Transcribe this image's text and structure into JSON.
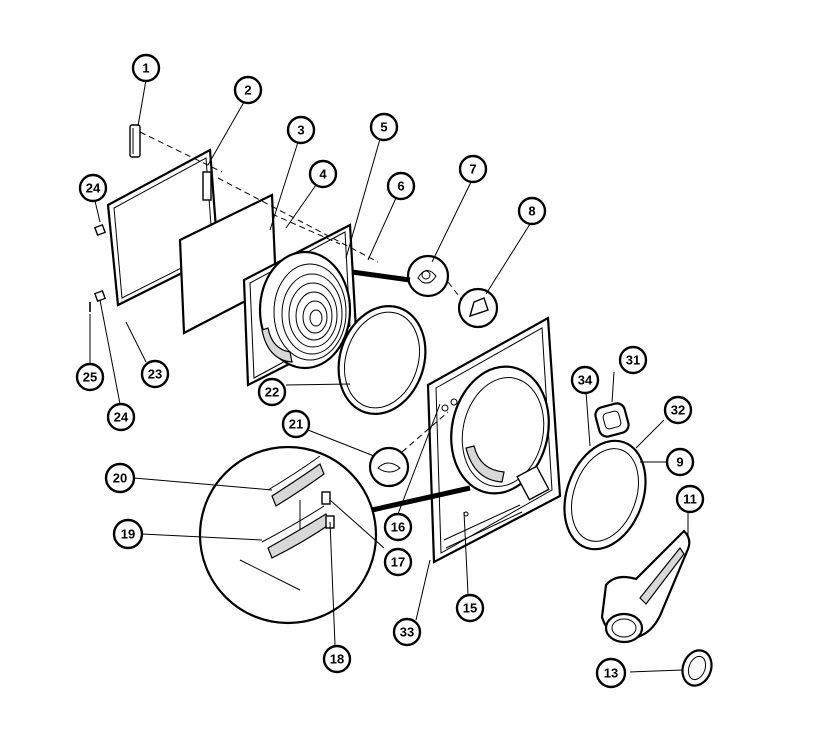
{
  "callouts": [
    {
      "id": "c1",
      "label": "1"
    },
    {
      "id": "c2",
      "label": "2"
    },
    {
      "id": "c3",
      "label": "3"
    },
    {
      "id": "c4",
      "label": "4"
    },
    {
      "id": "c5",
      "label": "5"
    },
    {
      "id": "c6",
      "label": "6"
    },
    {
      "id": "c7",
      "label": "7"
    },
    {
      "id": "c8",
      "label": "8"
    },
    {
      "id": "c9",
      "label": "9"
    },
    {
      "id": "c11",
      "label": "11"
    },
    {
      "id": "c13",
      "label": "13"
    },
    {
      "id": "c15",
      "label": "15"
    },
    {
      "id": "c16",
      "label": "16"
    },
    {
      "id": "c17",
      "label": "17"
    },
    {
      "id": "c18",
      "label": "18"
    },
    {
      "id": "c19",
      "label": "19"
    },
    {
      "id": "c20",
      "label": "20"
    },
    {
      "id": "c21",
      "label": "21"
    },
    {
      "id": "c22",
      "label": "22"
    },
    {
      "id": "c23",
      "label": "23"
    },
    {
      "id": "c24a",
      "label": "24"
    },
    {
      "id": "c24b",
      "label": "24"
    },
    {
      "id": "c25",
      "label": "25"
    },
    {
      "id": "c31",
      "label": "31"
    },
    {
      "id": "c32",
      "label": "32"
    },
    {
      "id": "c33",
      "label": "33"
    },
    {
      "id": "c34",
      "label": "34"
    }
  ]
}
